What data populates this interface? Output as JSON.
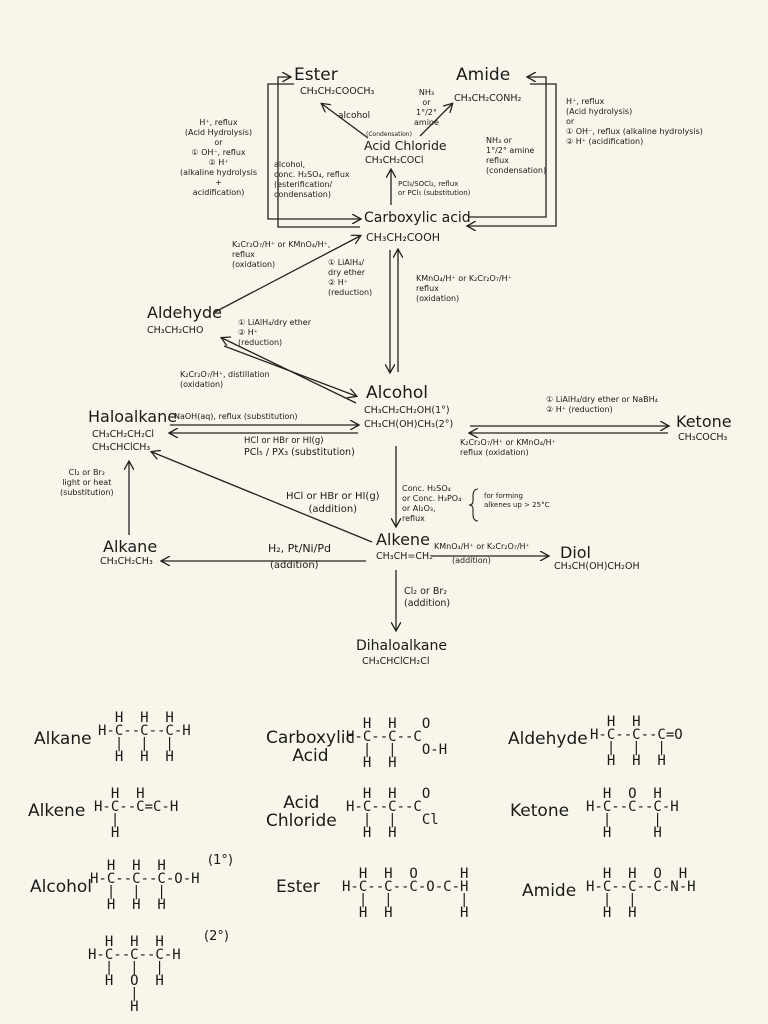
{
  "nodes": {
    "ester": {
      "name": "Ester",
      "formula": "CH₃CH₂COOCH₃"
    },
    "amide": {
      "name": "Amide",
      "formula": "CH₃CH₂CONH₂"
    },
    "acid_chloride": {
      "name": "Acid Chloride",
      "formula": "CH₃CH₂COCl"
    },
    "carboxylic_acid": {
      "name": "Carboxylic acid",
      "formula": "CH₃CH₂COOH"
    },
    "aldehyde": {
      "name": "Aldehyde",
      "formula": "CH₃CH₂CHO"
    },
    "alcohol": {
      "name": "Alcohol",
      "formula1": "CH₃CH₂CH₂OH(1°)",
      "formula2": "CH₃CH(OH)CH₃(2°)"
    },
    "ketone": {
      "name": "Ketone",
      "formula": "CH₃COCH₃"
    },
    "haloalkane": {
      "name": "Haloalkane",
      "formula1": "CH₃CH₂CH₂Cl",
      "formula2": "CH₃CHClCH₃"
    },
    "alkane": {
      "name": "Alkane",
      "formula": "CH₃CH₂CH₃"
    },
    "alkene": {
      "name": "Alkene",
      "formula": "CH₃CH=CH₂"
    },
    "diol": {
      "name": "Diol",
      "formula": "CH₃CH(OH)CH₂OH"
    },
    "dihaloalkane": {
      "name": "Dihaloalkane",
      "formula": "CH₃CHClCH₂Cl"
    }
  },
  "conditions": {
    "ester_hydrolysis": "H⁺, reflux\n(Acid Hydrolysis)\nor\n① OH⁻, reflux\n② H⁺\n(alkaline hydrolysis\n+\nacidification)",
    "esterification": "alcohol,\nconc. H₂SO₄, reflux\n(esterification/\ncondensation)",
    "alcohol_arrow": "alcohol",
    "condensation_small": "(Condensation)",
    "nh3_amine": "NH₃\nor\n1°/2°\namine",
    "amide_hydrolysis": "H⁺, reflux\n(Acid hydrolysis)\nor\n① OH⁻, reflux (alkaline hydrolysis)\n② H⁺ (acidification)",
    "amide_condensation": "NH₃ or\n1°/2° amine\nreflux\n(condensation)",
    "acyl_chloride_reagent": "PCl₃/SOCl₂, reflux\nor PCl₅ (substitution)",
    "aldehyde_oxidation": "K₂Cr₂O₇/H⁺ or KMnO₄/H⁺,\nreflux\n(oxidation)",
    "acid_reduction": "① LiAlH₄/\ndry ether\n② H⁺\n(reduction)",
    "alcohol_to_acid": "KMnO₄/H⁺ or K₂Cr₂O₇/H⁺\nreflux\n(oxidation)",
    "aldehyde_reduction": "① LiAlH₄/dry ether\n② H⁺\n(reduction)",
    "alcohol_to_aldehyde": "K₂Cr₂O₇/H⁺, distillation\n(oxidation)",
    "ketone_reduction": "① LiAlH₄/dry ether or NaBH₄\n② H⁺ (reduction)",
    "alcohol_to_ketone": "K₂Cr₂O₇/H⁺ or KMnO₄/H⁺\nreflux (oxidation)",
    "halo_to_alcohol": "NaOH(aq), reflux (substitution)",
    "alcohol_to_halo_1": "HCl or HBr or HI(g)",
    "alcohol_to_halo_2": "PCl₅ / PX₃ (substitution)",
    "alkane_to_halo": "Cl₂ or Br₂\nlight or heat\n(substitution)",
    "alkene_to_halo": "HCl or HBr or HI(g)\n(addition)",
    "dehydration": "Conc. H₂SO₄\nor Conc. H₃PO₄\nor Al₂O₃,\nreflux",
    "dehydration_note": "for forming\nalkenes up > 25°C",
    "hydrogenation_1": "H₂, Pt/Ni/Pd",
    "hydrogenation_2": "(addition)",
    "alkene_to_diol_1": "KMnO₄/H⁺ or K₂Cr₂O₇/H⁺",
    "alkene_to_diol_2": "(addition)",
    "alkene_to_dihalo": "Cl₂ or Br₂\n(addition)"
  },
  "structures": {
    "alkane": {
      "label": "Alkane",
      "drawing": "  H  H  H\nH-C--C--C-H\n  |  |  |\n  H  H  H"
    },
    "alkene": {
      "label": "Alkene",
      "drawing": "  H  H\nH-C--C=C-H\n  |\n  H"
    },
    "alcohol1": {
      "label": "Alcohol",
      "tag": "(1°)",
      "drawing": "  H  H  H\nH-C--C--C-O-H\n  |  |  |\n  H  H  H"
    },
    "alcohol2": {
      "tag": "(2°)",
      "drawing": "  H  H  H\nH-C--C--C-H\n  |  |  |\n  H  O  H\n     |\n     H"
    },
    "carboxylic_acid": {
      "label": "Carboxylic\nAcid",
      "drawing": "  H  H   O\nH-C--C--C\n  |  |   O-H\n  H  H"
    },
    "acid_chloride": {
      "label": "Acid\nChloride",
      "drawing": "  H  H   O\nH-C--C--C\n  |  |   Cl\n  H  H"
    },
    "ester": {
      "label": "Ester",
      "drawing": "  H  H  O     H\nH-C--C--C-O-C-H\n  |  |        |\n  H  H        H"
    },
    "aldehyde": {
      "label": "Aldehyde",
      "drawing": "  H  H\nH-C--C--C=O\n  |  |  |\n  H  H  H"
    },
    "ketone": {
      "label": "Ketone",
      "drawing": "  H  O  H\nH-C--C--C-H\n  |     |\n  H     H"
    },
    "amide": {
      "label": "Amide",
      "drawing": "  H  H  O  H\nH-C--C--C-N-H\n  |  |\n  H  H"
    }
  }
}
